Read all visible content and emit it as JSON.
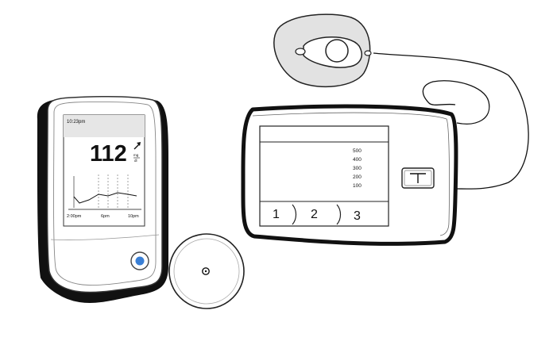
{
  "receiver": {
    "time": "10:23pm",
    "glucose_value": "112",
    "unit_top": "mg",
    "unit_bottom": "dl",
    "trend_icon": "arrow-up-right-icon",
    "x_labels": [
      "2:00pm",
      "6pm",
      "10pm"
    ],
    "button_color": "#3a7fd5"
  },
  "pump": {
    "y_labels": [
      "500",
      "400",
      "300",
      "200",
      "100"
    ],
    "tabs": [
      "1",
      "2",
      "3"
    ],
    "button_icon": "t-logo-icon"
  },
  "colors": {
    "outline": "#111111",
    "device_fill": "#ffffff",
    "screen_header": "#e6e6e6",
    "infusion_site_fill": "#e2e2e2"
  }
}
